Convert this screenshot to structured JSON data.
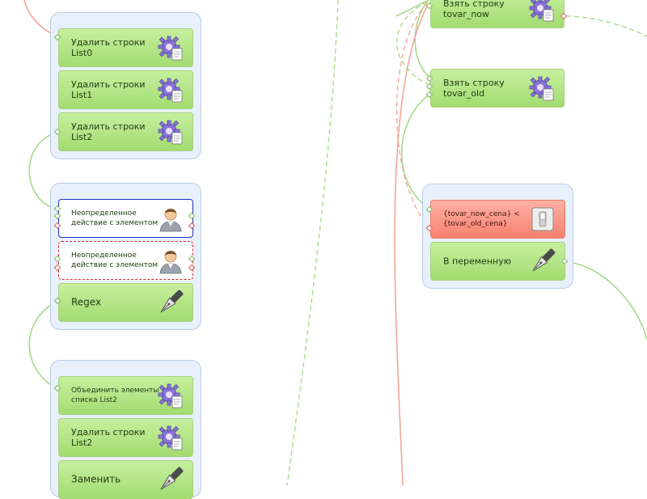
{
  "groups": [
    {
      "nodes": [
        {
          "label": "Удалить строки\nList0",
          "icon": "gear-document-icon"
        },
        {
          "label": "Удалить строки\nList1",
          "icon": "gear-document-icon"
        },
        {
          "label": "Удалить строки\nList2",
          "icon": "gear-document-icon"
        }
      ]
    },
    {
      "nodes": [
        {
          "label": "Неопределенное\nдействие с элементом",
          "icon": "user-icon"
        },
        {
          "label": "Неопределенное\nдействие с элементом",
          "icon": "user-icon"
        },
        {
          "label": "Regex",
          "icon": "pen-icon"
        }
      ]
    },
    {
      "nodes": [
        {
          "label": "Объединить элементы\nсписка List2",
          "icon": "gear-document-icon"
        },
        {
          "label": "Удалить строки\nList2",
          "icon": "gear-document-icon"
        },
        {
          "label": "Заменить",
          "icon": "pen-icon"
        }
      ]
    },
    {
      "nodes": [
        {
          "label": "{tovar_now_cena} <\n{tovar_old_cena}",
          "icon": "switch-icon"
        },
        {
          "label": "В переменную",
          "icon": "pen-icon"
        }
      ]
    }
  ],
  "standalone": [
    {
      "label": "Взять строку\ntovar_now",
      "icon": "gear-document-icon"
    },
    {
      "label": "Взять строку\ntovar_old",
      "icon": "gear-document-icon"
    }
  ],
  "colors": {
    "node_green": "#b6e68a",
    "node_red": "#f6907f",
    "group_bg": "#e8f1fb",
    "wire_green": "#a6d98a",
    "wire_red": "#f2a191"
  }
}
